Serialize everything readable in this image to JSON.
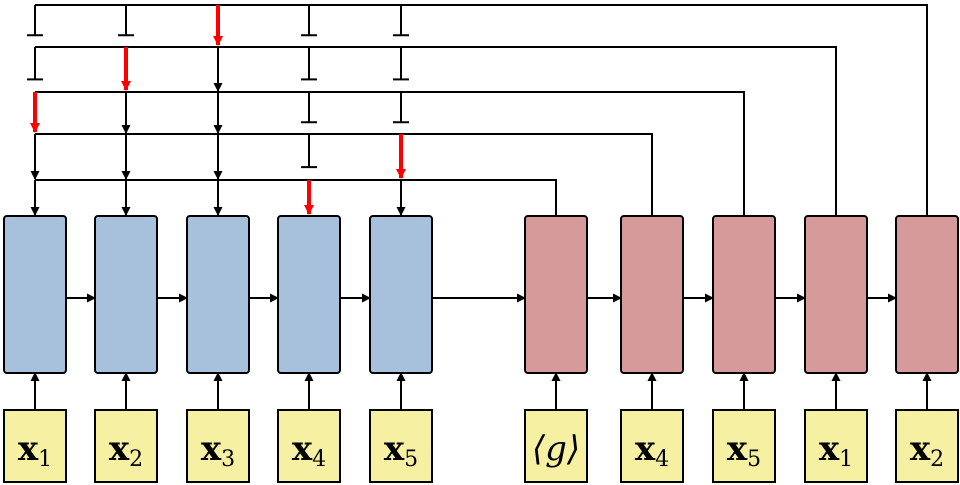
{
  "colors": {
    "encoder_fill": "#a7c1dc",
    "decoder_fill": "#d79a9a",
    "input_fill": "#f6f0a3",
    "pointer_arrow": "#ff0000",
    "line": "#000000"
  },
  "encoder_inputs": [
    {
      "base": "x",
      "sub": "1"
    },
    {
      "base": "x",
      "sub": "2"
    },
    {
      "base": "x",
      "sub": "3"
    },
    {
      "base": "x",
      "sub": "4"
    },
    {
      "base": "x",
      "sub": "5"
    }
  ],
  "decoder_inputs": [
    {
      "base": "⟨g⟩",
      "sub": ""
    },
    {
      "base": "x",
      "sub": "4"
    },
    {
      "base": "x",
      "sub": "5"
    },
    {
      "base": "x",
      "sub": "1"
    },
    {
      "base": "x",
      "sub": "2"
    }
  ],
  "pointer_rows": [
    {
      "decoder_step": 1,
      "arrows": [
        "open",
        "open",
        "open",
        "pointer",
        "open"
      ]
    },
    {
      "decoder_step": 2,
      "arrows": [
        "open",
        "open",
        "open",
        "blocked",
        "pointer"
      ]
    },
    {
      "decoder_step": 3,
      "arrows": [
        "pointer",
        "open",
        "open",
        "blocked",
        "blocked"
      ]
    },
    {
      "decoder_step": 4,
      "arrows": [
        "blocked",
        "pointer",
        "open",
        "blocked",
        "blocked"
      ]
    },
    {
      "decoder_step": 5,
      "arrows": [
        "blocked",
        "blocked",
        "pointer",
        "blocked",
        "blocked"
      ]
    }
  ]
}
